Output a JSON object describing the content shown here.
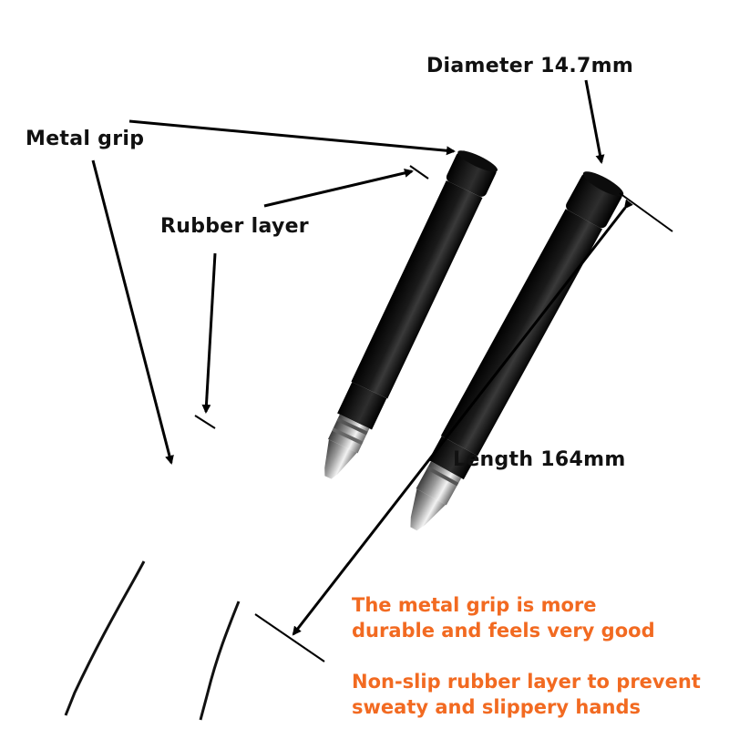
{
  "labels": {
    "metal_grip": "Metal grip",
    "rubber_layer": "Rubber layer",
    "diameter": "Diameter 14.7mm",
    "length": "Length 164mm"
  },
  "notes": {
    "line1a": "The metal grip is more",
    "line1b": "durable and feels very good",
    "line2a": "Non-slip rubber layer to prevent",
    "line2b": "sweaty and slippery hands"
  },
  "colors": {
    "label_text": "#111111",
    "note_text": "#f26a21",
    "handle": "#1c1c1c",
    "metal": "#b8b8b8"
  }
}
